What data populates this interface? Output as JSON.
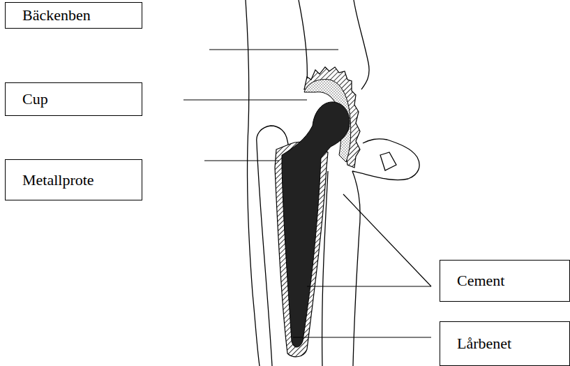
{
  "diagram": {
    "nodes": [
      {
        "text": [
          "Bäckenben"
        ]
      },
      {
        "text": [
          "Cup"
        ]
      },
      {
        "text": [
          "Metallprote"
        ]
      },
      {
        "text": [
          "Cement"
        ]
      },
      {
        "text": [
          "Lårbenet"
        ]
      }
    ]
  }
}
